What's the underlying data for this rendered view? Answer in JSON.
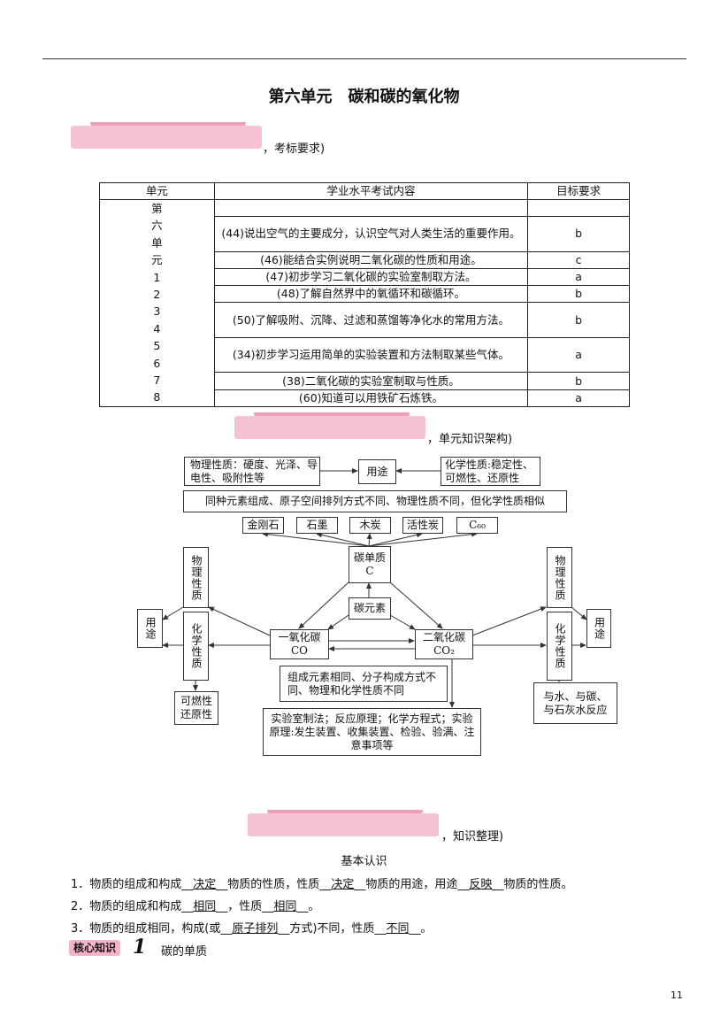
{
  "title": "第六单元　碳和碳的氧化物",
  "sections": {
    "s1": "，考标要求)",
    "s2": "，单元知识架构)",
    "s3": "，知识整理)"
  },
  "table": {
    "headers": [
      "单元",
      "学业水平考试内容",
      "目标要求"
    ],
    "unit": "第六单元12345678",
    "unit_lines": [
      "第",
      "六",
      "单",
      "元",
      "1",
      "2",
      "3",
      "4",
      "5",
      "6",
      "7",
      "8"
    ],
    "rows": [
      {
        "content": "",
        "level": ""
      },
      {
        "content": "(44)说出空气的主要成分，认识空气对人类生活的重要作用。",
        "level": "b"
      },
      {
        "content": "(46)能结合实例说明二氧化碳的性质和用途。",
        "level": "c"
      },
      {
        "content": "(47)初步学习二氧化碳的实验室制取方法。",
        "level": "a"
      },
      {
        "content": "(48)了解自然界中的氧循环和碳循环。",
        "level": "b"
      },
      {
        "content": "(50)了解吸附、沉降、过滤和蒸馏等净化水的常用方法。",
        "level": "b"
      },
      {
        "content": "(34)初步学习运用简单的实验装置和方法制取某些气体。",
        "level": "a"
      },
      {
        "content": "(38)二氧化碳的实验室制取与性质。",
        "level": "b"
      },
      {
        "content": "(60)知道可以用铁矿石炼铁。",
        "level": "a"
      }
    ]
  },
  "diagram": {
    "phys_top": "物理性质：硬度、光泽、导电性、吸附性等",
    "use_top": "用途",
    "chem_top": "化学性质:稳定性、可燃性、还原性",
    "allotrope_note": "同种元素组成、原子空间排列方式不同、物理性质不同，但化学性质相似",
    "allotropes": [
      "金刚石",
      "石墨",
      "木炭",
      "活性炭",
      "C₆₀"
    ],
    "carbon_simple": "碳单质",
    "carbon_symbol": "C",
    "carbon_element": "碳元素",
    "co_name": "一氧化碳",
    "co_formula": "CO",
    "co2_name": "二氧化碳",
    "co2_formula": "CO₂",
    "left_phys": "物理性质",
    "left_use": "用途",
    "left_chem": "化学性质",
    "left_chem_result": "可燃性还原性",
    "right_phys": "物理性质",
    "right_use": "用途",
    "right_chem": "化学性质",
    "right_chem_result": "与水、与碳、与石灰水反应",
    "co_co2_note": "组成元素相同、分子构成方式不同、物理和化学性质不同",
    "lab_note": "实验室制法；反应原理；化学方程式；实验原理:发生装置、收集装置、检验、验满、注意事项等"
  },
  "knowledge": {
    "heading": "基本认识",
    "l1": [
      "1．物质的组成和构成__",
      "决定",
      "__物质的性质，性质__",
      "决定",
      "__物质的用途，用途__",
      "反映",
      "__物质的性质。"
    ],
    "l2": [
      "2．物质的组成和构成__",
      "相同",
      "__，性质__",
      "相同",
      "__。"
    ],
    "l3": [
      "3．物质的组成相同，构成(或__",
      "原子排列",
      "__方式)不同，性质__",
      "不同",
      "__。"
    ],
    "core_badge": "核心知识",
    "core_num": "1",
    "core_title": "碳的单质"
  },
  "page_number": "11"
}
